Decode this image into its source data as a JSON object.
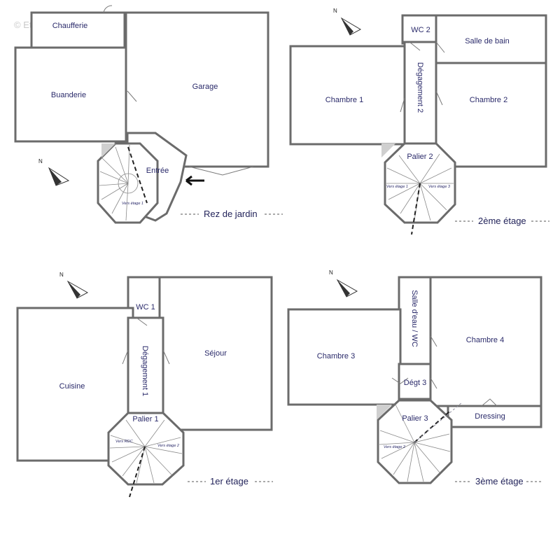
{
  "watermark": "© EtreProprio.com",
  "north_label": "N",
  "floors": {
    "rez": {
      "title": "Rez de jardin",
      "rooms": {
        "chaufferie": "Chaufferie",
        "buanderie": "Buanderie",
        "garage": "Garage",
        "entree": "Entrée"
      },
      "stair_note": "Vers étage 1"
    },
    "etage2": {
      "title": "2ème étage",
      "rooms": {
        "wc2": "WC 2",
        "salle_de_bain": "Salle de bain",
        "degagement2": "Dégagement 2",
        "chambre1": "Chambre 1",
        "chambre2": "Chambre 2",
        "palier2": "Palier 2"
      },
      "stair_note_left": "Vers étage 1",
      "stair_note_right": "Vers étage 3"
    },
    "etage1": {
      "title": "1er étage",
      "rooms": {
        "wc1": "WC 1",
        "degagement1": "Dégagement 1",
        "sejour": "Séjour",
        "cuisine": "Cuisine",
        "palier1": "Palier 1"
      },
      "stair_note_left": "Vers RDC",
      "stair_note_right": "Vers étage 2"
    },
    "etage3": {
      "title": "3ème étage",
      "rooms": {
        "salle_deau": "Salle d'eau / WC",
        "chambre3": "Chambre 3",
        "chambre4": "Chambre 4",
        "degt3": "Dégt 3",
        "palier3": "Palier 3",
        "dressing": "Dressing"
      },
      "stair_note": "Vers étage 2"
    }
  }
}
